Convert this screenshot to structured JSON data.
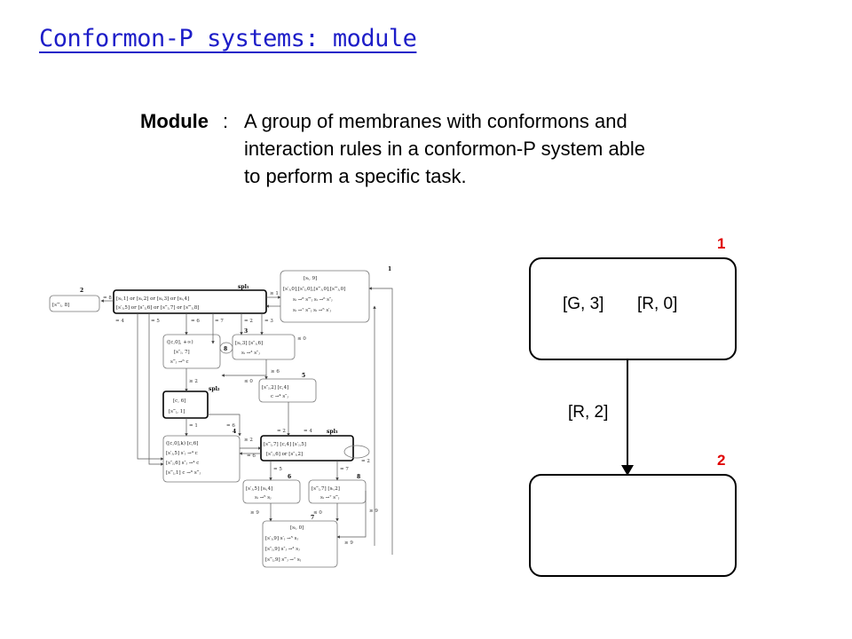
{
  "slide": {
    "title": "Conformon-P systems: module",
    "definition": {
      "term": "Module",
      "lines": [
        "A group of membranes with conformons and",
        "interaction rules in a conformon-P system able",
        "to perform a specific task."
      ]
    }
  },
  "module_diagram": {
    "membrane_1": {
      "number": "1",
      "contents": [
        "[G, 3]",
        "[R, 0]"
      ]
    },
    "membrane_2": {
      "number": "2",
      "contents": []
    },
    "edge_label": "[R, 2]"
  },
  "figure": {
    "top_box": {
      "number": "1",
      "title": "[s_i, 9]",
      "lines": [
        "[s_j', 0], [s_j'', 0], [s_j''', 0], [s_j'''', 0]"
      ]
    },
    "spl1_label": "spl₁",
    "spl2_label": "spl₂",
    "spl3_label": "spl₃",
    "box_2_label": "2",
    "box_2_content": "[s_j'''', 8]",
    "main_splitter_lines": [
      "[s_i, 1] or [s_i, 2] or [s_i, 3] or [s_i, 4]",
      "[s_j', 5] or [s_j'', 6] or [s_j''', 7] or [s_j'''', 8]"
    ],
    "edge_labels": [
      "= 8",
      "≥ 1",
      "= 4",
      "= 5",
      "= 6",
      "= 7",
      "= 2",
      "= 3",
      "≤ 0",
      "≥ 6",
      "≤ 0",
      "≥ 2",
      "= 1",
      "= 6",
      "= 2",
      "= 4",
      "≥ 2",
      "= 6",
      "= 5",
      "= 7",
      "= 2",
      "≥ 9",
      "≤ 0",
      "≥ 9",
      "≥ 9"
    ],
    "box_3": {
      "number": "3",
      "lines": [
        "([c, 0], +∞)",
        "[s_j'', 7]",
        "s_j''' →6 c"
      ]
    },
    "box_8": "8",
    "box_si3": {
      "lines": [
        "[s_i, 3]  [s_j'', 6]",
        "s_i →3 s_j''"
      ]
    },
    "box_5": {
      "number": "5",
      "lines": [
        "[s_j'', 2]  [c, 4]",
        "c →4 s_j''"
      ]
    },
    "box_spl2": {
      "lines": [
        "[c, 6]",
        "[s_j''', 1]"
      ]
    },
    "box_4": {
      "number": "4",
      "lines": [
        "([c, 0], k)   [c, 6]",
        "[s_j', 5]  s_j' →4 c",
        "[s_j'', 6]  s_j'' →4 c",
        "[s_j''', 1]  c →6 s_j'''"
      ]
    },
    "box_spl3": {
      "lines": [
        "[s_j''', 7]  [c, 4]  [s_j', 5]",
        "[s_j'', 6] or [s_j'', 2]"
      ]
    },
    "box_6": {
      "number": "6",
      "lines": [
        "[s_j', 5]  [s_i, 4]",
        "s_i →5 s_j"
      ]
    },
    "box_8b": {
      "number": "8",
      "lines": [
        "[s_j''', 7]  [s_i, 2]",
        "s_i →7 s_j'''"
      ]
    },
    "box_7": {
      "number": "7",
      "lines": [
        "[s_i, 0]",
        "[s_j', 9]  s_j' →5 s_j",
        "[s_j'', 9]  s_j'' →3 s_j",
        "[s_j''', 9]  s_j''' →7 s_j"
      ]
    }
  }
}
